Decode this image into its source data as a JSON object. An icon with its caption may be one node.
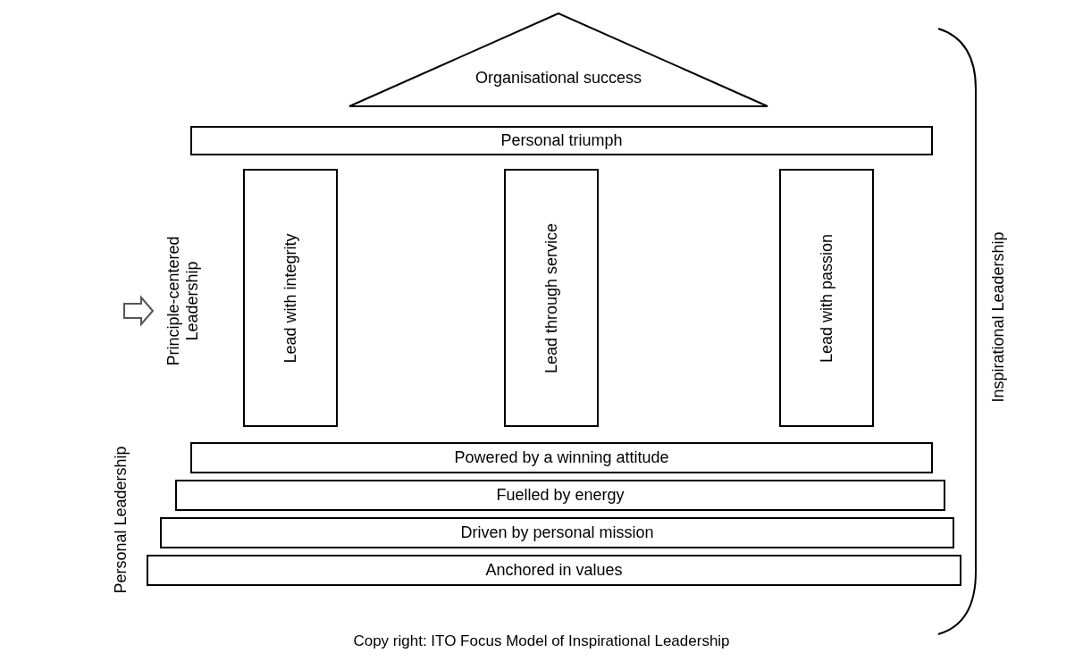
{
  "diagram": {
    "caption": "Copy right: ITO Focus Model of Inspirational Leadership",
    "nodes": [
      {
        "text": [
          "Organisational success"
        ]
      },
      {
        "text": [
          "Personal triumph"
        ]
      },
      {
        "text": [
          "Lead with integrity"
        ]
      },
      {
        "text": [
          "Lead through service"
        ]
      },
      {
        "text": [
          "Lead with passion"
        ]
      },
      {
        "text": [
          "Powered by a winning attitude"
        ]
      },
      {
        "text": [
          "Fuelled by energy"
        ]
      },
      {
        "text": [
          "Driven by personal mission"
        ]
      },
      {
        "text": [
          "Anchored in values"
        ]
      }
    ],
    "labels": [
      "Principle-centered Leadership",
      "Personal Leadership",
      "Inspirational Leadership"
    ]
  }
}
